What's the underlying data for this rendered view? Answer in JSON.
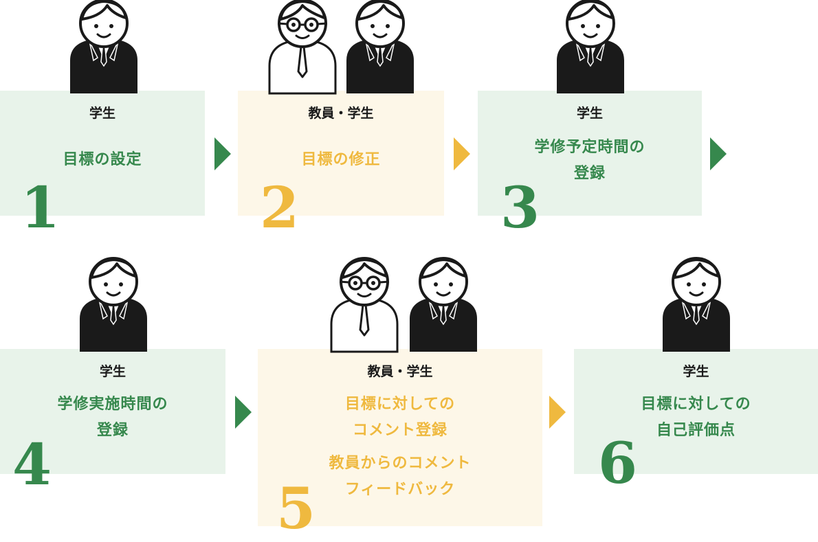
{
  "colors": {
    "green": "#36884d",
    "yellow": "#efb93f",
    "green_bg": "#e8f3ea",
    "yellow_bg": "#fdf7e8",
    "ink": "#1a1a1a"
  },
  "steps": [
    {
      "number": "1",
      "role": "学生",
      "title_lines": [
        "目標の設定"
      ]
    },
    {
      "number": "2",
      "role": "教員・学生",
      "title_lines": [
        "目標の修正"
      ]
    },
    {
      "number": "3",
      "role": "学生",
      "title_lines": [
        "学修予定時間の",
        "登録"
      ]
    },
    {
      "number": "4",
      "role": "学生",
      "title_lines": [
        "学修実施時間の",
        "登録"
      ]
    },
    {
      "number": "5",
      "role": "教員・学生",
      "title_lines": [
        "目標に対しての",
        "コメント登録"
      ],
      "extra_lines": [
        "教員からのコメント",
        "フィードバック"
      ]
    },
    {
      "number": "6",
      "role": "学生",
      "title_lines": [
        "目標に対しての",
        "自己評価点"
      ]
    }
  ],
  "icons": {
    "student": "student-icon",
    "teacher": "teacher-icon",
    "arrow": "arrow-right-icon"
  }
}
